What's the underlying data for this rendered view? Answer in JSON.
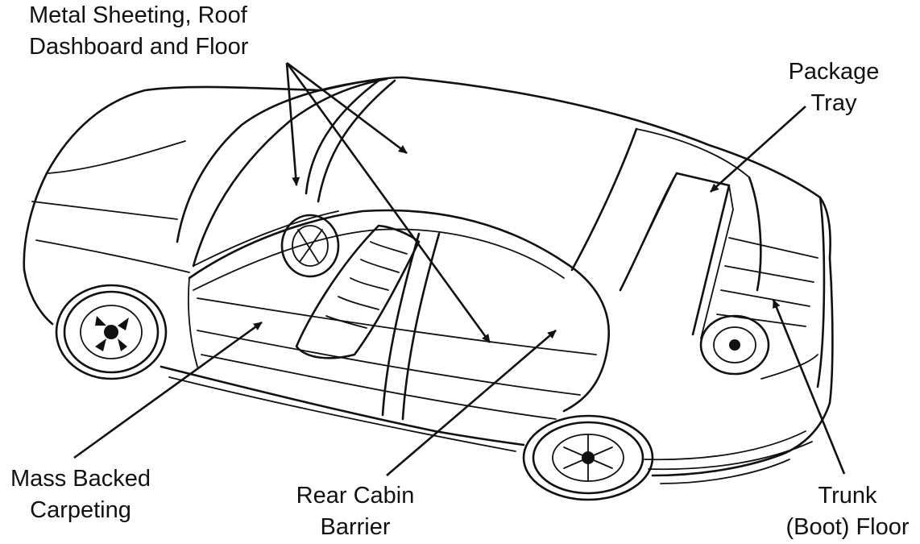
{
  "labels": {
    "metal_sheeting": [
      "Metal Sheeting, Roof",
      "Dashboard and Floor"
    ],
    "package_tray": [
      "Package",
      "Tray"
    ],
    "mass_backed_carpeting": [
      "Mass Backed",
      "Carpeting"
    ],
    "rear_cabin_barrier": [
      "Rear Cabin",
      "Barrier"
    ],
    "trunk_boot_floor": [
      "Trunk",
      "(Boot) Floor"
    ]
  }
}
